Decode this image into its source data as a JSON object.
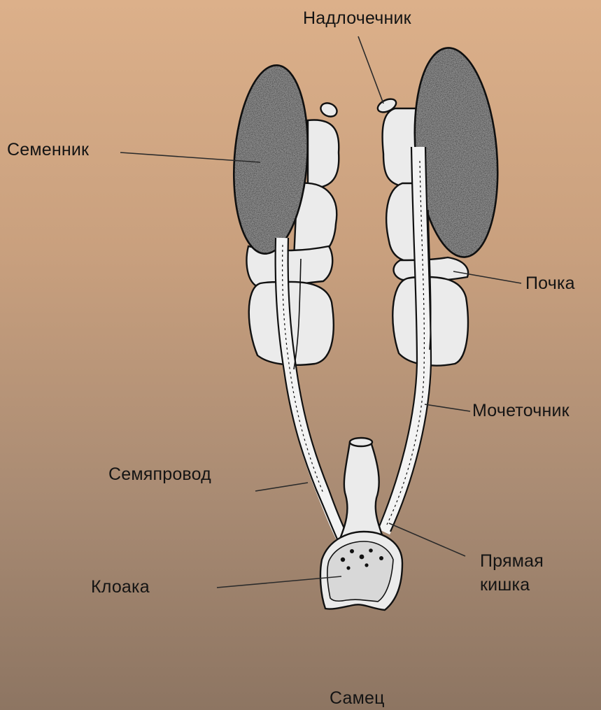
{
  "diagram": {
    "labels": {
      "adrenal": "Надлочечник",
      "testis": "Семенник",
      "kidney": "Почка",
      "ureter": "Мочеточник",
      "vas_deferens": "Семяпровод",
      "rectum_line1": "Прямая",
      "rectum_line2": "кишка",
      "cloaca": "Клоака",
      "caption": "Самец"
    },
    "colors": {
      "background_top": "#dcb08a",
      "background_bottom": "#8d7562",
      "testis": "#8c8c8c",
      "kidney": "#ebebeb",
      "outline": "#111111"
    }
  }
}
